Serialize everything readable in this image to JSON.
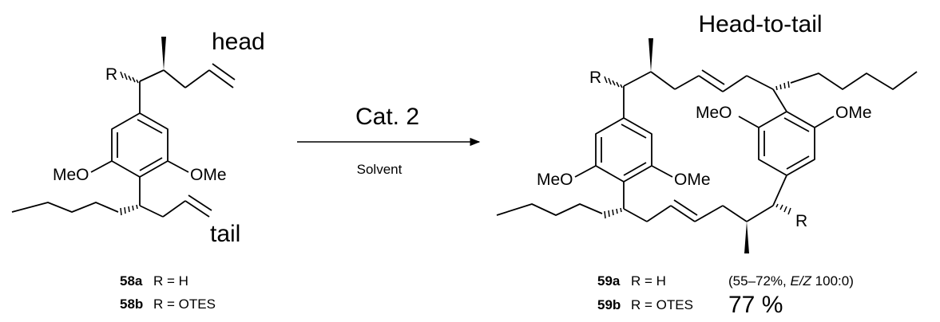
{
  "reaction": {
    "reagent": "Cat. 2",
    "condition": "Solvent"
  },
  "starting_material": {
    "label_head": "head",
    "label_tail": "tail",
    "substituent_r": "R",
    "methoxy_left": "MeO",
    "methoxy_right": "OMe",
    "entries": [
      {
        "id": "58a",
        "text": "R = H"
      },
      {
        "id": "58b",
        "text": "R = OTES"
      }
    ]
  },
  "product": {
    "title": "Head-to-tail",
    "substituent_r_top": "R",
    "substituent_r_bottom": "R",
    "methoxy_left_ring_left": "MeO",
    "methoxy_left_ring_right": "OMe",
    "methoxy_right_ring_left": "MeO",
    "methoxy_right_ring_right": "OMe",
    "entries": [
      {
        "id": "59a",
        "text": "R = H",
        "yield_prefix": "(55–72%, ",
        "ez_label": "E/Z",
        "ez_value": " 100:0)"
      },
      {
        "id": "59b",
        "text": "R = OTES",
        "yield": "77 %"
      }
    ]
  },
  "colors": {
    "ink": "#000000",
    "background": "#ffffff"
  }
}
